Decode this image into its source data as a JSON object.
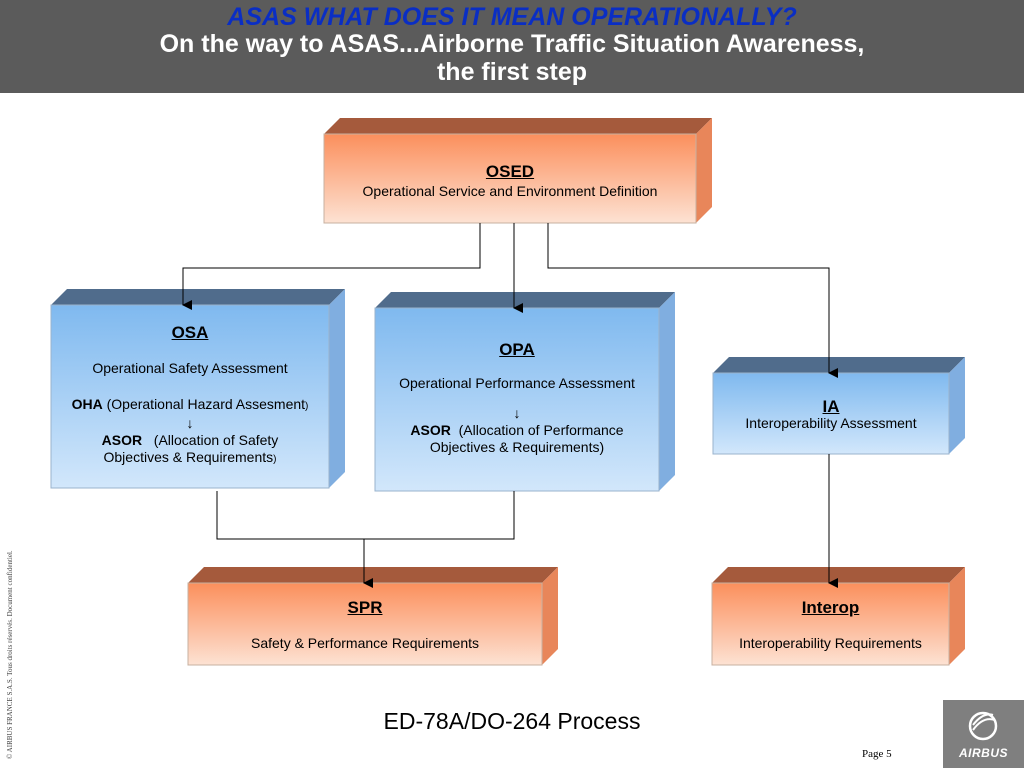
{
  "header": {
    "title": "ASAS WHAT DOES IT MEAN OPERATIONALLY?",
    "subtitle_line1": "On the way to ASAS...Airborne Traffic Situation Awareness,",
    "subtitle_line2": "the first step"
  },
  "boxes": {
    "osed": {
      "title": "OSED",
      "desc": "Operational Service and Environment Definition"
    },
    "osa": {
      "title": "OSA",
      "desc": "Operational Safety Assessment",
      "oha_abbr": "OHA",
      "oha_desc": "(Operational Hazard Assesment",
      "oha_close": ")",
      "arrow": "↓",
      "asor_abbr": "ASOR",
      "asor_desc_1": "(Allocation of Safety",
      "asor_desc_2": "Objectives & Requirements",
      "asor_close": ")"
    },
    "opa": {
      "title": "OPA",
      "desc": "Operational Performance Assessment",
      "arrow": "↓",
      "asor_abbr": "ASOR",
      "asor_desc_1": "(Allocation of Performance",
      "asor_desc_2": "Objectives & Requirements)"
    },
    "ia": {
      "title": "IA",
      "desc": "Interoperability Assessment"
    },
    "spr": {
      "title": "SPR",
      "desc": "Safety & Performance Requirements"
    },
    "interop": {
      "title": "Interop",
      "desc": "Interoperability Requirements"
    }
  },
  "caption": "ED-78A/DO-264 Process",
  "footer": {
    "page": "Page 5",
    "copyright": "© AIRBUS FRANCE S.A.S. Tous droits réservés. Document confidentiel.",
    "logo_text": "AIRBUS"
  },
  "colors": {
    "header_bg": "#5b5b5b",
    "title_blue": "#0a2ec4",
    "orange_front": "#fcc8a8",
    "blue_front": "#a9d0f5",
    "logo_bg": "#7f7f7f"
  }
}
